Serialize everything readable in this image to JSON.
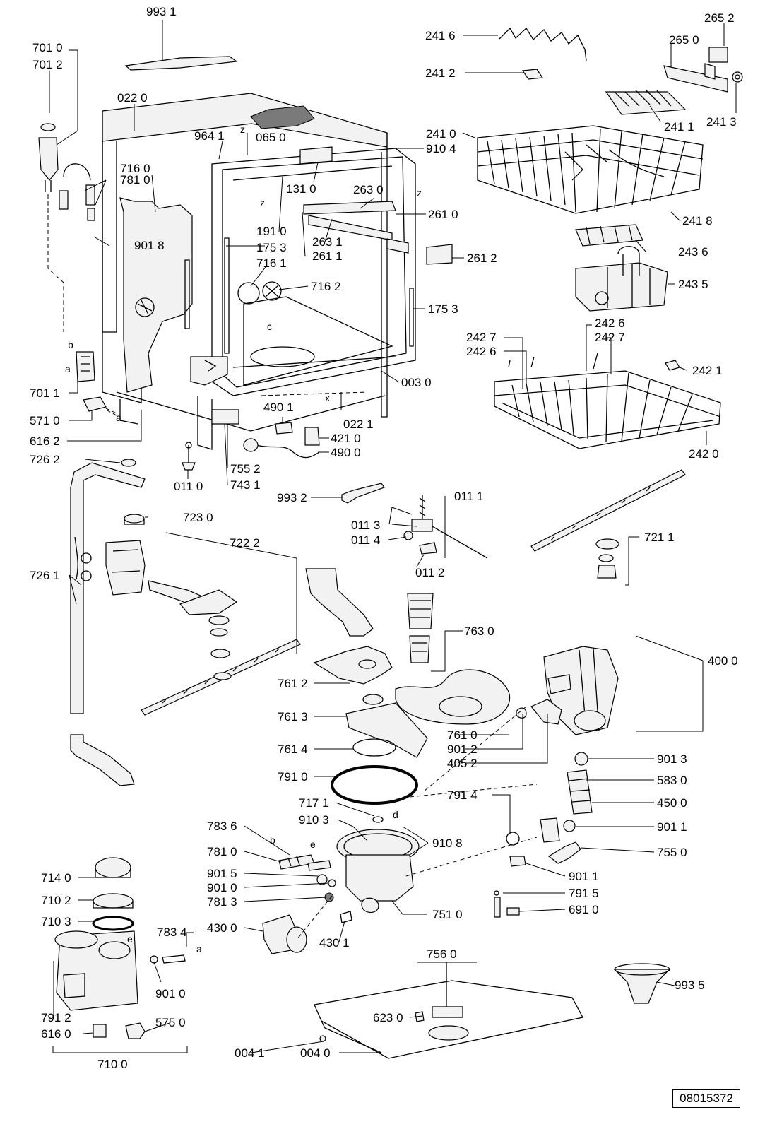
{
  "drawing_code": "08015372",
  "labels": {
    "L9931": "993 1",
    "L7010": "701 0",
    "L7012": "701 2",
    "L0220": "022 0",
    "L9641": "964 1",
    "L0650": "065 0",
    "L7160": "716 0",
    "L7810": "781 0",
    "L9018": "901 8",
    "L1910": "191 0",
    "L1753a": "175 3",
    "L7161": "716 1",
    "L7162": "716 2",
    "L1310": "131 0",
    "L2630": "263 0",
    "L2610": "261 0",
    "L2631": "263 1",
    "L2611": "261 1",
    "L2612": "261 2",
    "L1753b": "175 3",
    "L0030": "003 0",
    "L2416": "241 6",
    "L2412": "241 2",
    "L2652": "265 2",
    "L2650": "265 0",
    "L2411": "241 1",
    "L2413": "241 3",
    "L2410": "241 0",
    "L9104": "910 4",
    "L2418": "241 8",
    "L2436": "243 6",
    "L2435": "243 5",
    "L2427a": "242 7",
    "L2426a": "242 6",
    "L2427b": "242 7",
    "L2426b": "242 6",
    "L2421": "242 1",
    "L2420": "242 0",
    "L7011": "701 1",
    "L5710": "571 0",
    "L6162": "616 2",
    "L4901": "490 1",
    "L0221": "022 1",
    "L4210": "421 0",
    "L4900": "490 0",
    "L7262": "726 2",
    "L0110": "011 0",
    "L7552": "755 2",
    "L7431": "743 1",
    "L9932": "993 2",
    "L0111": "011 1",
    "L0113": "011 3",
    "L0114": "011 4",
    "L0112": "011 2",
    "L7230": "723 0",
    "L7222": "722 2",
    "L7211": "721 1",
    "L7261": "726 1",
    "L7630": "763 0",
    "L4000": "400 0",
    "L7612": "761 2",
    "L7613": "761 3",
    "L7614": "761 4",
    "L7610": "761 0",
    "L9012": "901 2",
    "L4052": "405 2",
    "L7910": "791 0",
    "L9013": "901 3",
    "L5830": "583 0",
    "L4500": "450 0",
    "L7171": "717 1",
    "L7914": "791 4",
    "L9103": "910 3",
    "L7836": "783 6",
    "L9108": "910 8",
    "L9011a": "901 1",
    "L7810b": "781 0",
    "L7550": "755 0",
    "L9015": "901 5",
    "L9011b": "901 1",
    "L9010": "901 0",
    "L7915": "791 5",
    "L7813": "781 3",
    "L7510": "751 0",
    "L6910": "691 0",
    "L7140": "714 0",
    "L7102": "710 2",
    "L4300": "430 0",
    "L4301": "430 1",
    "L7103": "710 3",
    "L7834": "783 4",
    "L7560": "756 0",
    "L9935": "993 5",
    "L9010b": "901 0",
    "L7912": "791 2",
    "L5750": "575 0",
    "L6160": "616 0",
    "L6230": "623 0",
    "L7100": "710 0",
    "L0041": "004 1",
    "L0040": "004 0"
  },
  "letters": {
    "b1": "b",
    "a1": "a",
    "a2": "a",
    "z1": "z",
    "z2": "z",
    "z3": "z",
    "c": "c",
    "x": "x",
    "d": "d",
    "e1": "e",
    "b2": "b",
    "e2": "e",
    "a3": "a"
  }
}
